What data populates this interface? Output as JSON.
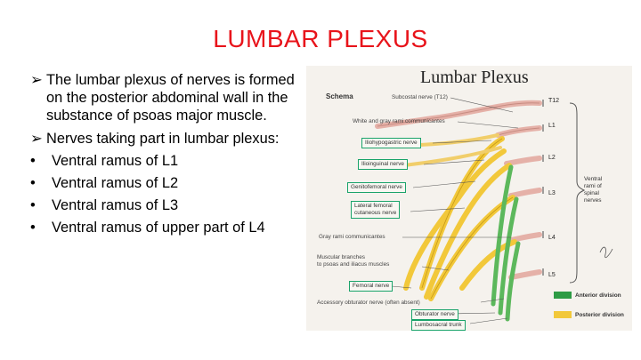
{
  "slide": {
    "title": "LUMBAR PLEXUS",
    "bullets": [
      {
        "marker": "➢",
        "text": "The lumbar plexus of nerves is formed on the posterior abdominal wall in the substance of psoas major muscle."
      },
      {
        "marker": "➢",
        "text": "Nerves taking part in lumbar plexus:"
      },
      {
        "marker": "•",
        "text": "Ventral ramus of L1"
      },
      {
        "marker": "•",
        "text": "Ventral ramus of L2"
      },
      {
        "marker": "•",
        "text": "Ventral ramus of L3"
      },
      {
        "marker": "•",
        "text": "Ventral ramus of upper part of L4"
      }
    ]
  },
  "figure": {
    "title": "Lumbar Plexus",
    "schema_label": "Schema",
    "labels": {
      "subcostal": "Subcostal nerve (T12)",
      "rami": "White and gray rami communicantes",
      "iliohypogastric": "Iliohypogastric nerve",
      "ilioinguinal": "Ilioinguinal nerve",
      "genitofemoral": "Genitofemoral nerve",
      "lateral_femoral_1": "Lateral femoral",
      "lateral_femoral_2": "cutaneous nerve",
      "gray_rami": "Gray rami communicantes",
      "muscular_1": "Muscular branches",
      "muscular_2": "to psoas and iliacus muscles",
      "femoral": "Femoral nerve",
      "accessory": "Accessory obturator nerve (often absent)",
      "obturator": "Obturator nerve",
      "lumbosacral": "Lumbosacral trunk"
    },
    "segments": [
      "T12",
      "L1",
      "L2",
      "L3",
      "L4",
      "L5"
    ],
    "ventral": [
      "Ventral",
      "rami of",
      "spinal",
      "nerves"
    ],
    "legend": {
      "anterior": "Anterior division",
      "posterior": "Posterior division",
      "anterior_color": "#2e9b45",
      "posterior_color": "#f2c83a"
    },
    "colors": {
      "nerve_pink": "#e8b8b0",
      "box_border": "#1aa36a"
    }
  }
}
